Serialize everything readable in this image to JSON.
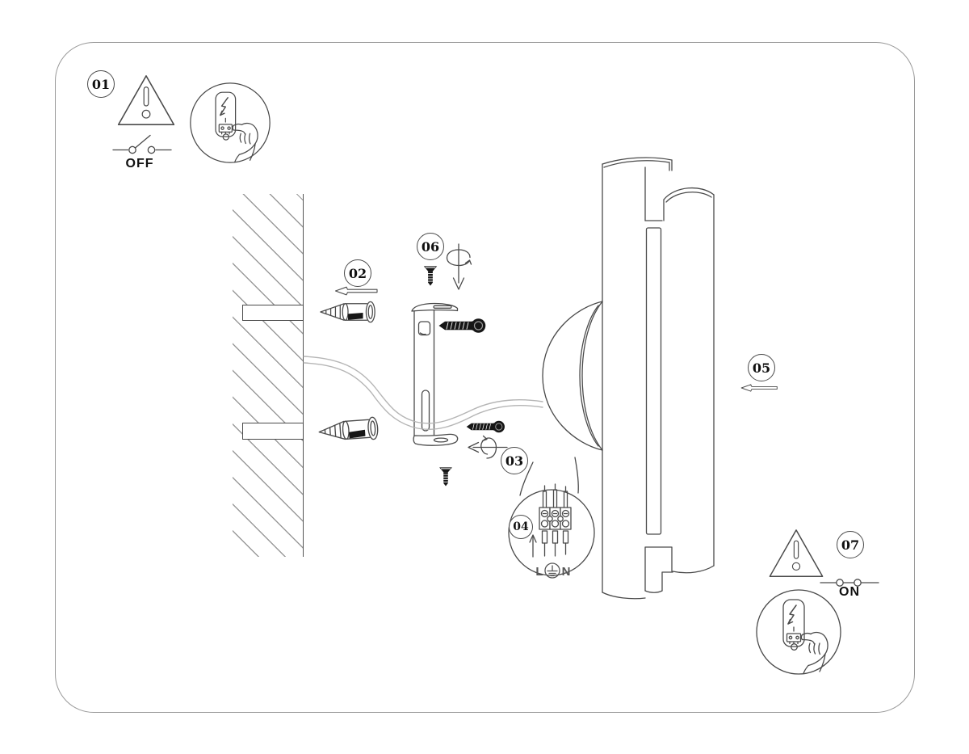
{
  "diagram": {
    "steps": {
      "s1": "01",
      "s2": "02",
      "s3": "03",
      "s4": "04",
      "s5": "05",
      "s6": "06",
      "s7": "07"
    },
    "switch_off_label": "OFF",
    "switch_on_label": "ON",
    "terminals": {
      "live": "L",
      "neutral": "N"
    },
    "colors": {
      "line": "#4a4a4a",
      "light_line": "#9a9a9a",
      "cable": "#b5b5b5",
      "dark_fill": "#161616",
      "page_border": "#999999",
      "background": "#ffffff",
      "text": "#111111"
    }
  }
}
